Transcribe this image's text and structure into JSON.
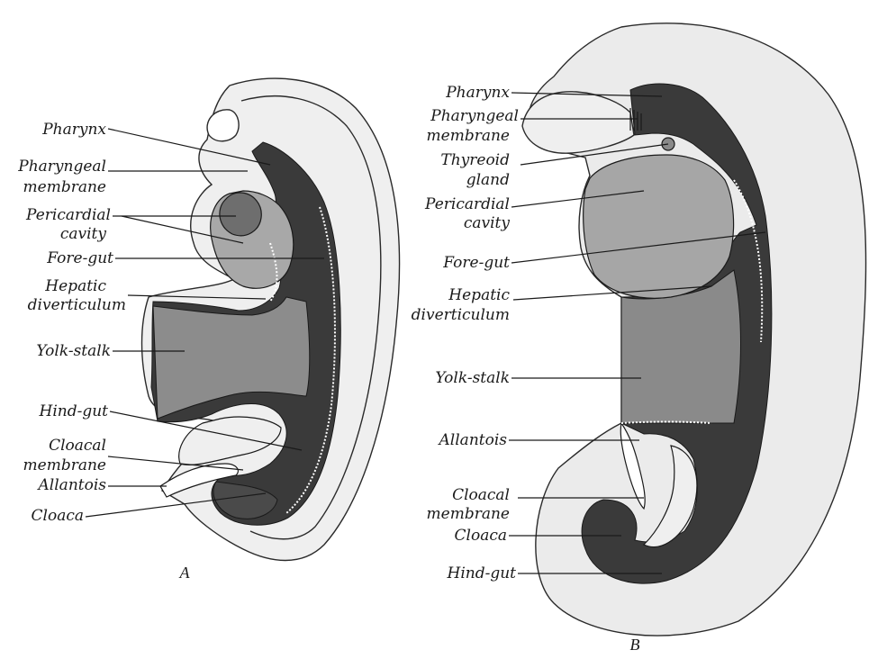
{
  "figure": {
    "panel_a": {
      "letter": "A",
      "labels": {
        "pharynx": "Pharynx",
        "pharyngeal_1": "Pharyngeal",
        "pharyngeal_2": "membrane",
        "pericardial_1": "Pericardial",
        "pericardial_2": "cavity",
        "foregut": "Fore-gut",
        "hepatic_1": "Hepatic",
        "hepatic_2": "diverticulum",
        "yolk": "Yolk-stalk",
        "hindgut": "Hind-gut",
        "cloacal_1": "Cloacal",
        "cloacal_2": "membrane",
        "allantois": "Allantois",
        "cloaca": "Cloaca"
      }
    },
    "panel_b": {
      "letter": "B",
      "labels": {
        "pharynx": "Pharynx",
        "pharyngeal_1": "Pharyngeal",
        "pharyngeal_2": "membrane",
        "thyreoid_1": "Thyreoid",
        "thyreoid_2": "gland",
        "pericardial_1": "Pericardial",
        "pericardial_2": "cavity",
        "foregut": "Fore-gut",
        "hepatic_1": "Hepatic",
        "hepatic_2": "diverticulum",
        "yolk": "Yolk-stalk",
        "allantois": "Allantois",
        "cloacal_1": "Cloacal",
        "cloacal_2": "membrane",
        "cloaca": "Cloaca",
        "hindgut": "Hind-gut"
      }
    },
    "colors": {
      "gut_dark": "#3a3a3a",
      "yolk_mid": "#8a8a8a",
      "pericardial_light": "#a8a8a8",
      "embryo_light": "#ececec",
      "outline": "#2a2a2a"
    }
  }
}
